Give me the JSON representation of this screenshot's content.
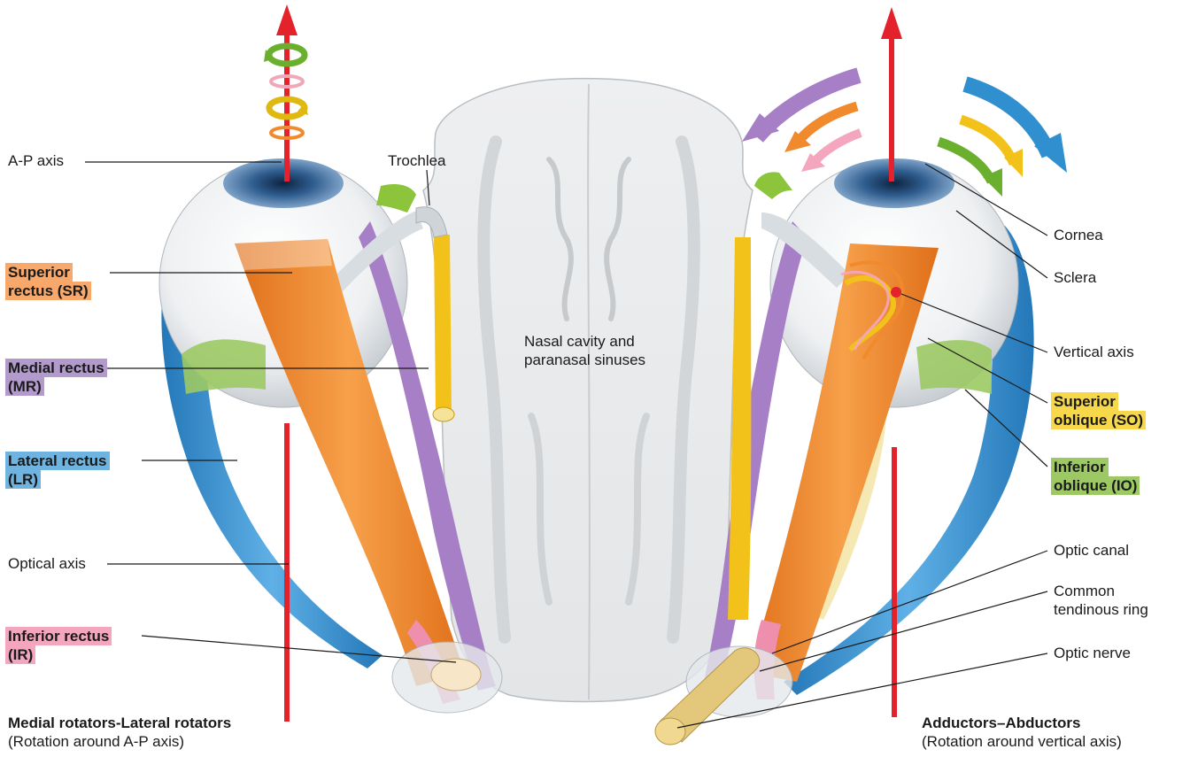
{
  "colors": {
    "superior_rectus": "#f7a86a",
    "medial_rectus": "#b39acd",
    "lateral_rectus": "#6fb4e0",
    "inferior_rectus": "#f4a6bf",
    "superior_oblique": "#f7d84a",
    "inferior_oblique": "#9cc964",
    "axis_red": "#e3222b",
    "muscle_orange": "#f08a2c",
    "muscle_purple": "#a77fc7",
    "muscle_blue": "#2f8fcf",
    "muscle_yellow": "#f2c21a",
    "muscle_green": "#8cc43c",
    "muscle_pink": "#ee8fae"
  },
  "left_labels": {
    "ap_axis": "A-P axis",
    "optical_axis": "Optical axis"
  },
  "muscle_tags": {
    "sr": [
      "Superior",
      "rectus (SR)"
    ],
    "mr": [
      "Medial rectus",
      "(MR)"
    ],
    "lr": [
      "Lateral rectus",
      "(LR)"
    ],
    "ir": [
      "Inferior rectus",
      "(IR)"
    ],
    "so": [
      "Superior",
      "oblique (SO)"
    ],
    "io": [
      "Inferior",
      "oblique (IO)"
    ]
  },
  "center_labels": {
    "trochlea": "Trochlea",
    "nasal_line1": "Nasal cavity and",
    "nasal_line2": "paranasal sinuses"
  },
  "right_labels": {
    "cornea": "Cornea",
    "sclera": "Sclera",
    "vertical_axis": "Vertical axis",
    "optic_canal": "Optic canal",
    "common_ring_line1": "Common",
    "common_ring_line2": "tendinous ring",
    "optic_nerve": "Optic nerve"
  },
  "captions": {
    "left_title": "Medial rotators-Lateral rotators",
    "left_sub": "(Rotation around A-P axis)",
    "right_title": "Adductors–Abductors",
    "right_sub": "(Rotation around vertical axis)"
  }
}
